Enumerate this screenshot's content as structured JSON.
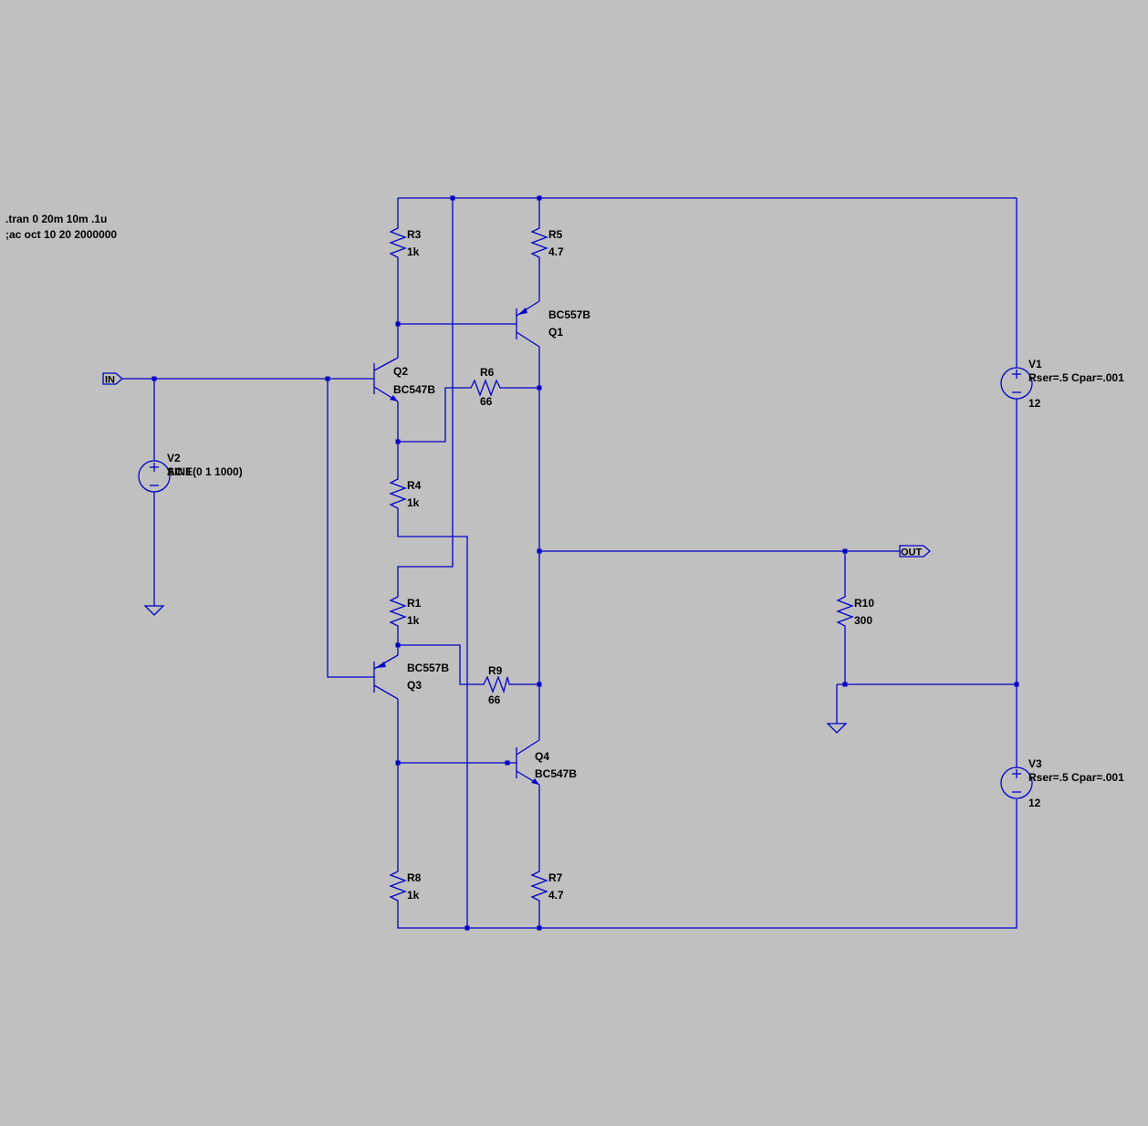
{
  "colors": {
    "background": "#c0c0c0",
    "wire": "#0000c8",
    "text": "#000000"
  },
  "directives": {
    "tran": ".tran 0 20m 10m .1u",
    "ac": ";ac oct 10 20 2000000"
  },
  "ports": {
    "in": "IN",
    "out": "OUT"
  },
  "resistors": {
    "r1": {
      "name": "R1",
      "value": "1k"
    },
    "r3": {
      "name": "R3",
      "value": "1k"
    },
    "r4": {
      "name": "R4",
      "value": "1k"
    },
    "r5": {
      "name": "R5",
      "value": "4.7"
    },
    "r6": {
      "name": "R6",
      "value": "66"
    },
    "r7": {
      "name": "R7",
      "value": "4.7"
    },
    "r8": {
      "name": "R8",
      "value": "1k"
    },
    "r9": {
      "name": "R9",
      "value": "66"
    },
    "r10": {
      "name": "R10",
      "value": "300"
    }
  },
  "transistors": {
    "q1": {
      "name": "Q1",
      "model": "BC557B"
    },
    "q2": {
      "name": "Q2",
      "model": "BC547B"
    },
    "q3": {
      "name": "Q3",
      "model": "BC557B"
    },
    "q4": {
      "name": "Q4",
      "model": "BC547B"
    }
  },
  "sources": {
    "v1": {
      "name": "V1",
      "params": "Rser=.5 Cpar=.001",
      "value": "12"
    },
    "v2": {
      "name": "V2",
      "overlap": "AC 1",
      "value": "SINE(0 1 1000)"
    },
    "v3": {
      "name": "V3",
      "params": "Rser=.5 Cpar=.001",
      "value": "12"
    }
  }
}
